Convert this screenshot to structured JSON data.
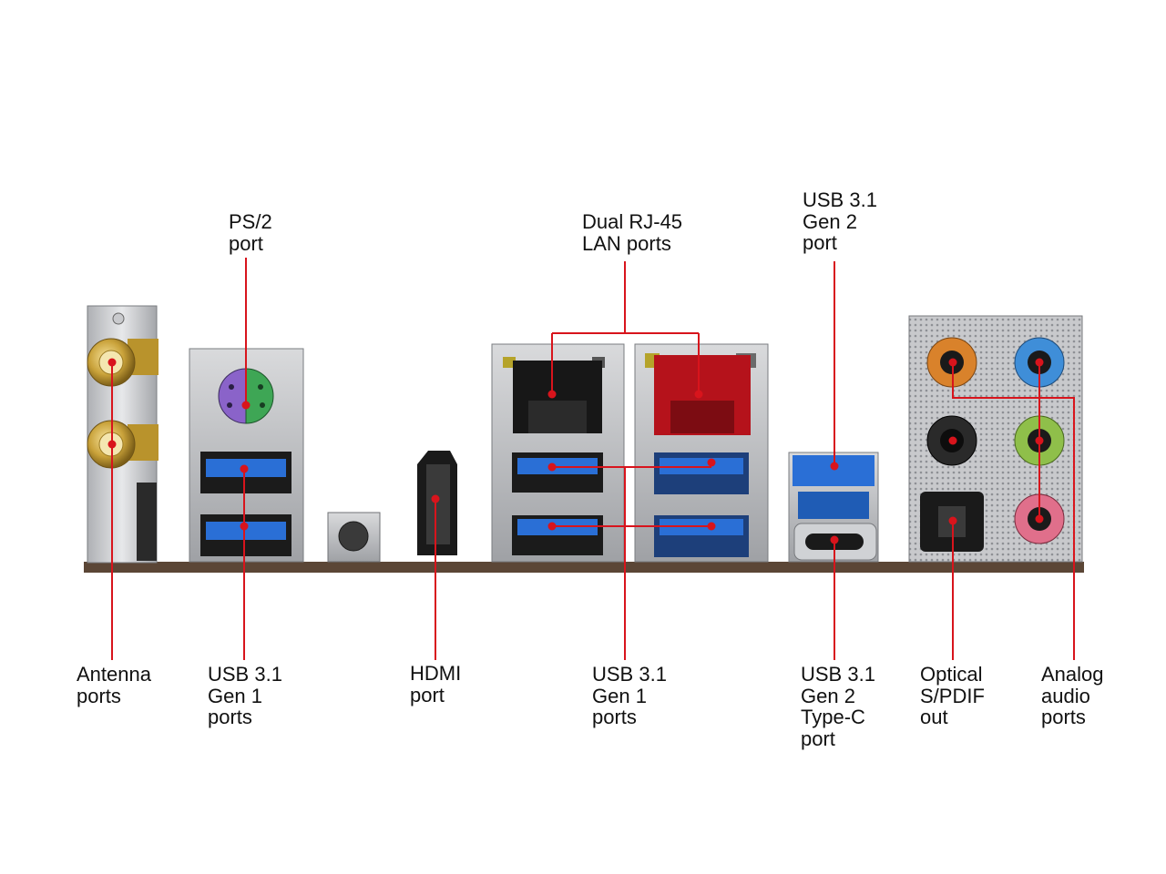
{
  "labels": {
    "ps2": [
      "PS/2",
      "port"
    ],
    "lan": [
      "Dual RJ-45",
      "LAN ports"
    ],
    "usb_gen2_top": [
      "USB 3.1",
      "Gen 2",
      "port"
    ],
    "antenna": [
      "Antenna",
      "ports"
    ],
    "usb_gen1_left": [
      "USB 3.1",
      "Gen 1",
      "ports"
    ],
    "hdmi": [
      "HDMI",
      "port"
    ],
    "usb_gen1_center": [
      "USB 3.1",
      "Gen 1",
      "ports"
    ],
    "usb_typec": [
      "USB 3.1",
      "Gen 2",
      "Type-C",
      "port"
    ],
    "optical": [
      "Optical",
      "S/PDIF",
      "out"
    ],
    "analog": [
      "Analog",
      "audio",
      "ports"
    ]
  },
  "colors": {
    "callout_line": "#d8141c",
    "usb_blue": "#2a6fd6",
    "lan_red": "#b5121b",
    "ps2_purple": "#8a63c9",
    "ps2_green": "#3ea655",
    "antenna_gold": "#c9a23a",
    "audio_orange": "#d9822b",
    "audio_blue": "#3f8ed8",
    "audio_green": "#8fbf4a",
    "audio_pink": "#e06f8b",
    "pcb_brown": "#5b4636"
  },
  "icons": [
    "antenna-connector-icon",
    "ps2-port-icon",
    "usb-port-icon",
    "clear-cmos-button-icon",
    "hdmi-port-icon",
    "rj45-port-icon",
    "usb-type-c-icon",
    "optical-spdif-icon",
    "audio-jack-icon"
  ]
}
